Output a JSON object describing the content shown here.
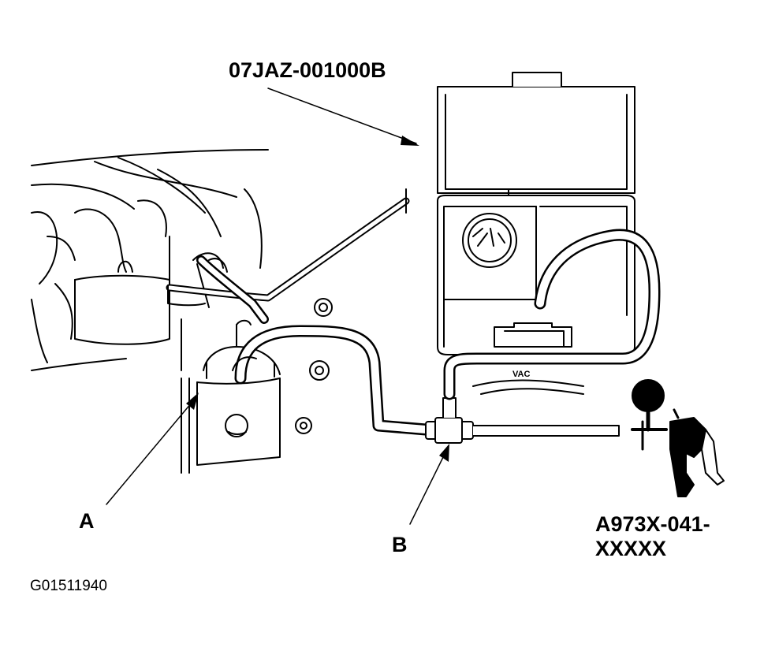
{
  "labels": {
    "tester_part": "07JAZ-001000B",
    "component_a": "A",
    "component_b": "B",
    "pump_part_line1": "A973X-041-",
    "pump_part_line2": "XXXXX",
    "figure_id": "G01511940"
  },
  "gauge": {
    "face_text": "VAC"
  },
  "colors": {
    "ink": "#000000",
    "paper": "#ffffff"
  }
}
